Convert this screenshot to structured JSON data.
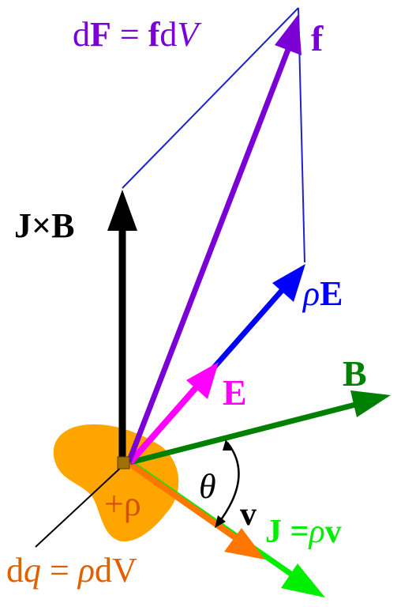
{
  "labels": {
    "dF_eq": {
      "d1": "d",
      "F": "F",
      "eq": " = ",
      "f": "f",
      "d2": "d",
      "V": "V"
    },
    "f": "f",
    "JxB": "J×B",
    "rhoE": {
      "rho": "ρ",
      "E": "E"
    },
    "E": "E",
    "B": "B",
    "theta": "θ",
    "v": "v",
    "J_eq": {
      "J": "J",
      "eq": " =",
      "rho": "ρ",
      "v": "v"
    },
    "plus_rho": "+ρ",
    "dq_eq": {
      "d1": "d",
      "q": "q",
      "eq": " = ",
      "rho": "ρ",
      "d2": "dV"
    }
  },
  "colors": {
    "f_vector": "#7a00d6",
    "jxb_vector": "#000000",
    "rhoE_vector": "#0000ff",
    "E_vector": "#ff00ff",
    "B_vector": "#008000",
    "v_vector": "#ff7700",
    "J_vector": "#00ee00",
    "charge_blob": "#ffa500",
    "plus_rho_text": "#d35400",
    "dq_text": "#e06000",
    "parallelogram": "#2222cc",
    "element_box": "#a07000"
  }
}
